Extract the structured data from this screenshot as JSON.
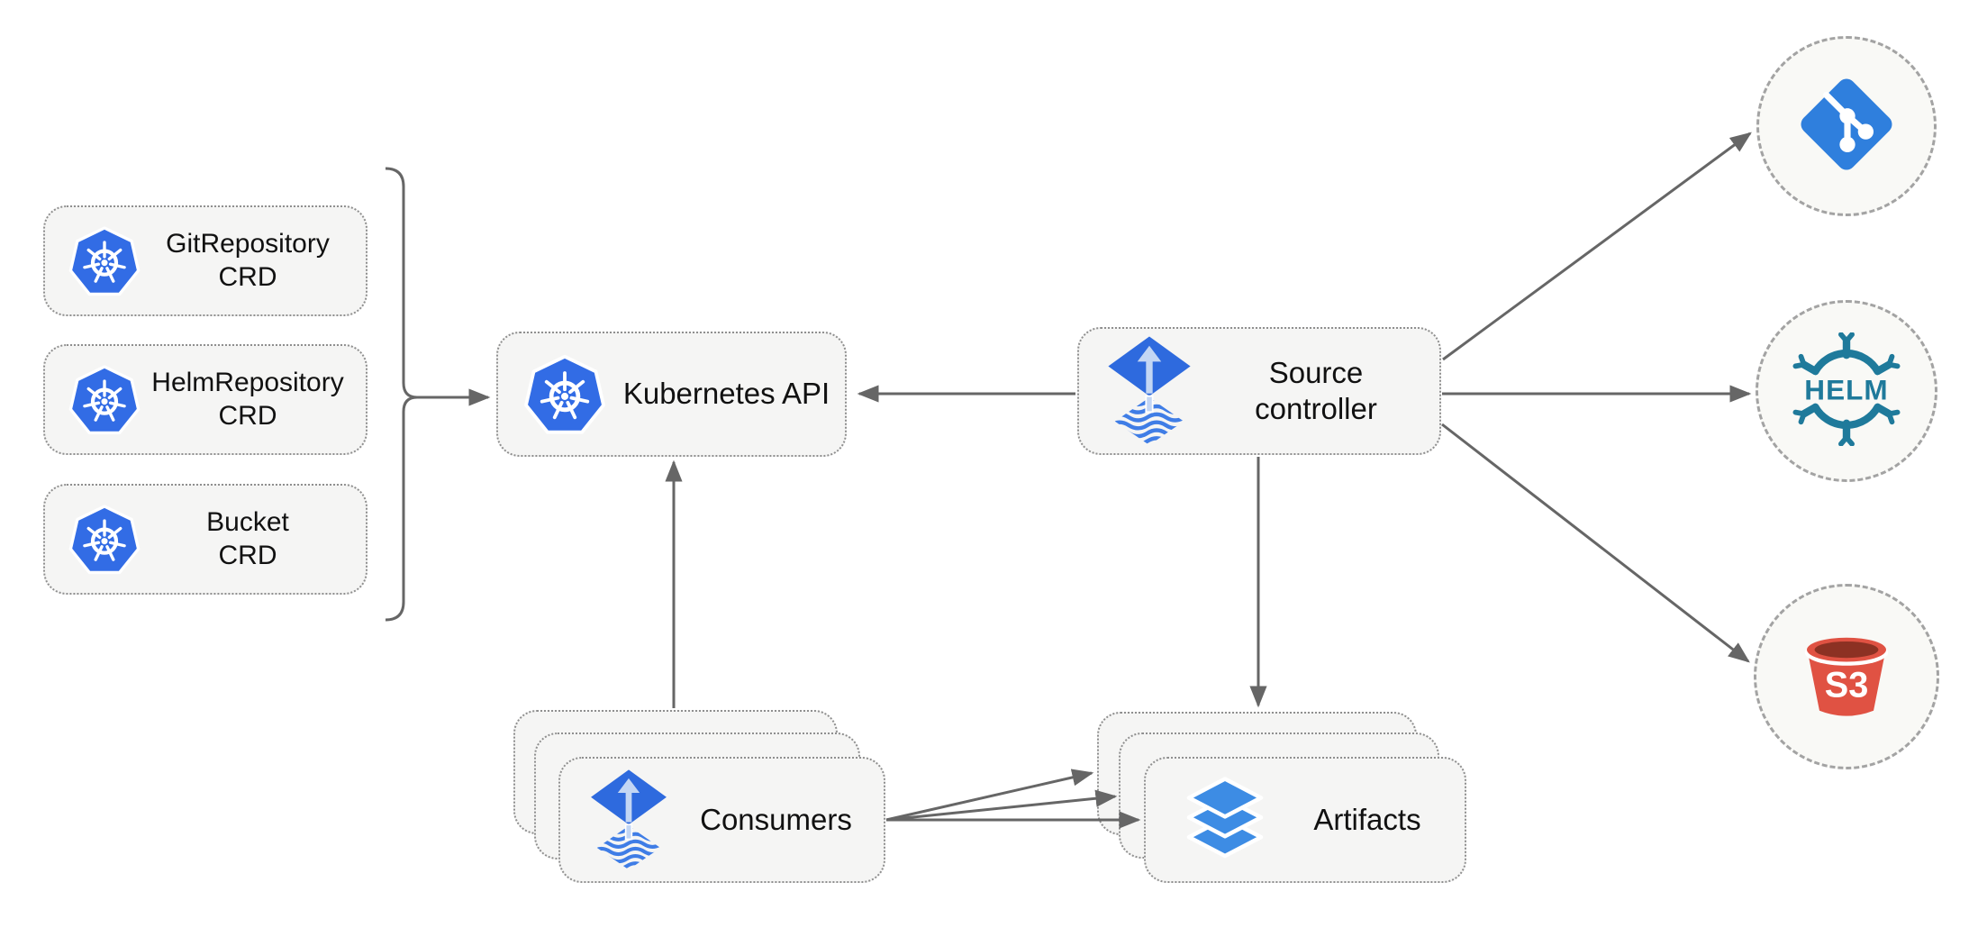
{
  "nodes": {
    "crds": [
      {
        "line1": "GitRepository",
        "line2": "CRD"
      },
      {
        "line1": "HelmRepository",
        "line2": "CRD"
      },
      {
        "line1": "Bucket",
        "line2": "CRD"
      }
    ],
    "kubernetes_api": {
      "label": "Kubernetes API"
    },
    "source_controller": {
      "line1": "Source",
      "line2": "controller"
    },
    "consumers": {
      "label": "Consumers"
    },
    "artifacts": {
      "label": "Artifacts"
    },
    "endpoints": {
      "helm_label": "HELM",
      "s3_label": "S3"
    }
  },
  "edges": [
    {
      "from": "crd-group",
      "to": "kubernetes-api"
    },
    {
      "from": "source-controller",
      "to": "kubernetes-api"
    },
    {
      "from": "source-controller",
      "to": "git-endpoint"
    },
    {
      "from": "source-controller",
      "to": "helm-endpoint"
    },
    {
      "from": "source-controller",
      "to": "s3-endpoint"
    },
    {
      "from": "source-controller",
      "to": "artifacts"
    },
    {
      "from": "consumers",
      "to": "kubernetes-api"
    },
    {
      "from": "consumers",
      "to": "artifacts",
      "count": 3
    }
  ],
  "colors": {
    "kubernetes_blue": "#326ce5",
    "flux_blue": "#2e6ade",
    "flux_arrow_light": "#c3d6f4",
    "flux_wave_blue": "#3f7de6",
    "git_blue": "#2f7fdd",
    "helm_teal": "#1f7a9b",
    "s3_red": "#e05243",
    "s3_dark_red": "#8c3123",
    "artifact_blue": "#3d8ce4",
    "node_fill": "#f5f5f4",
    "circle_fill": "#f9f9f6",
    "border_gray": "#8f8f8f",
    "arrow_gray": "#666666"
  }
}
